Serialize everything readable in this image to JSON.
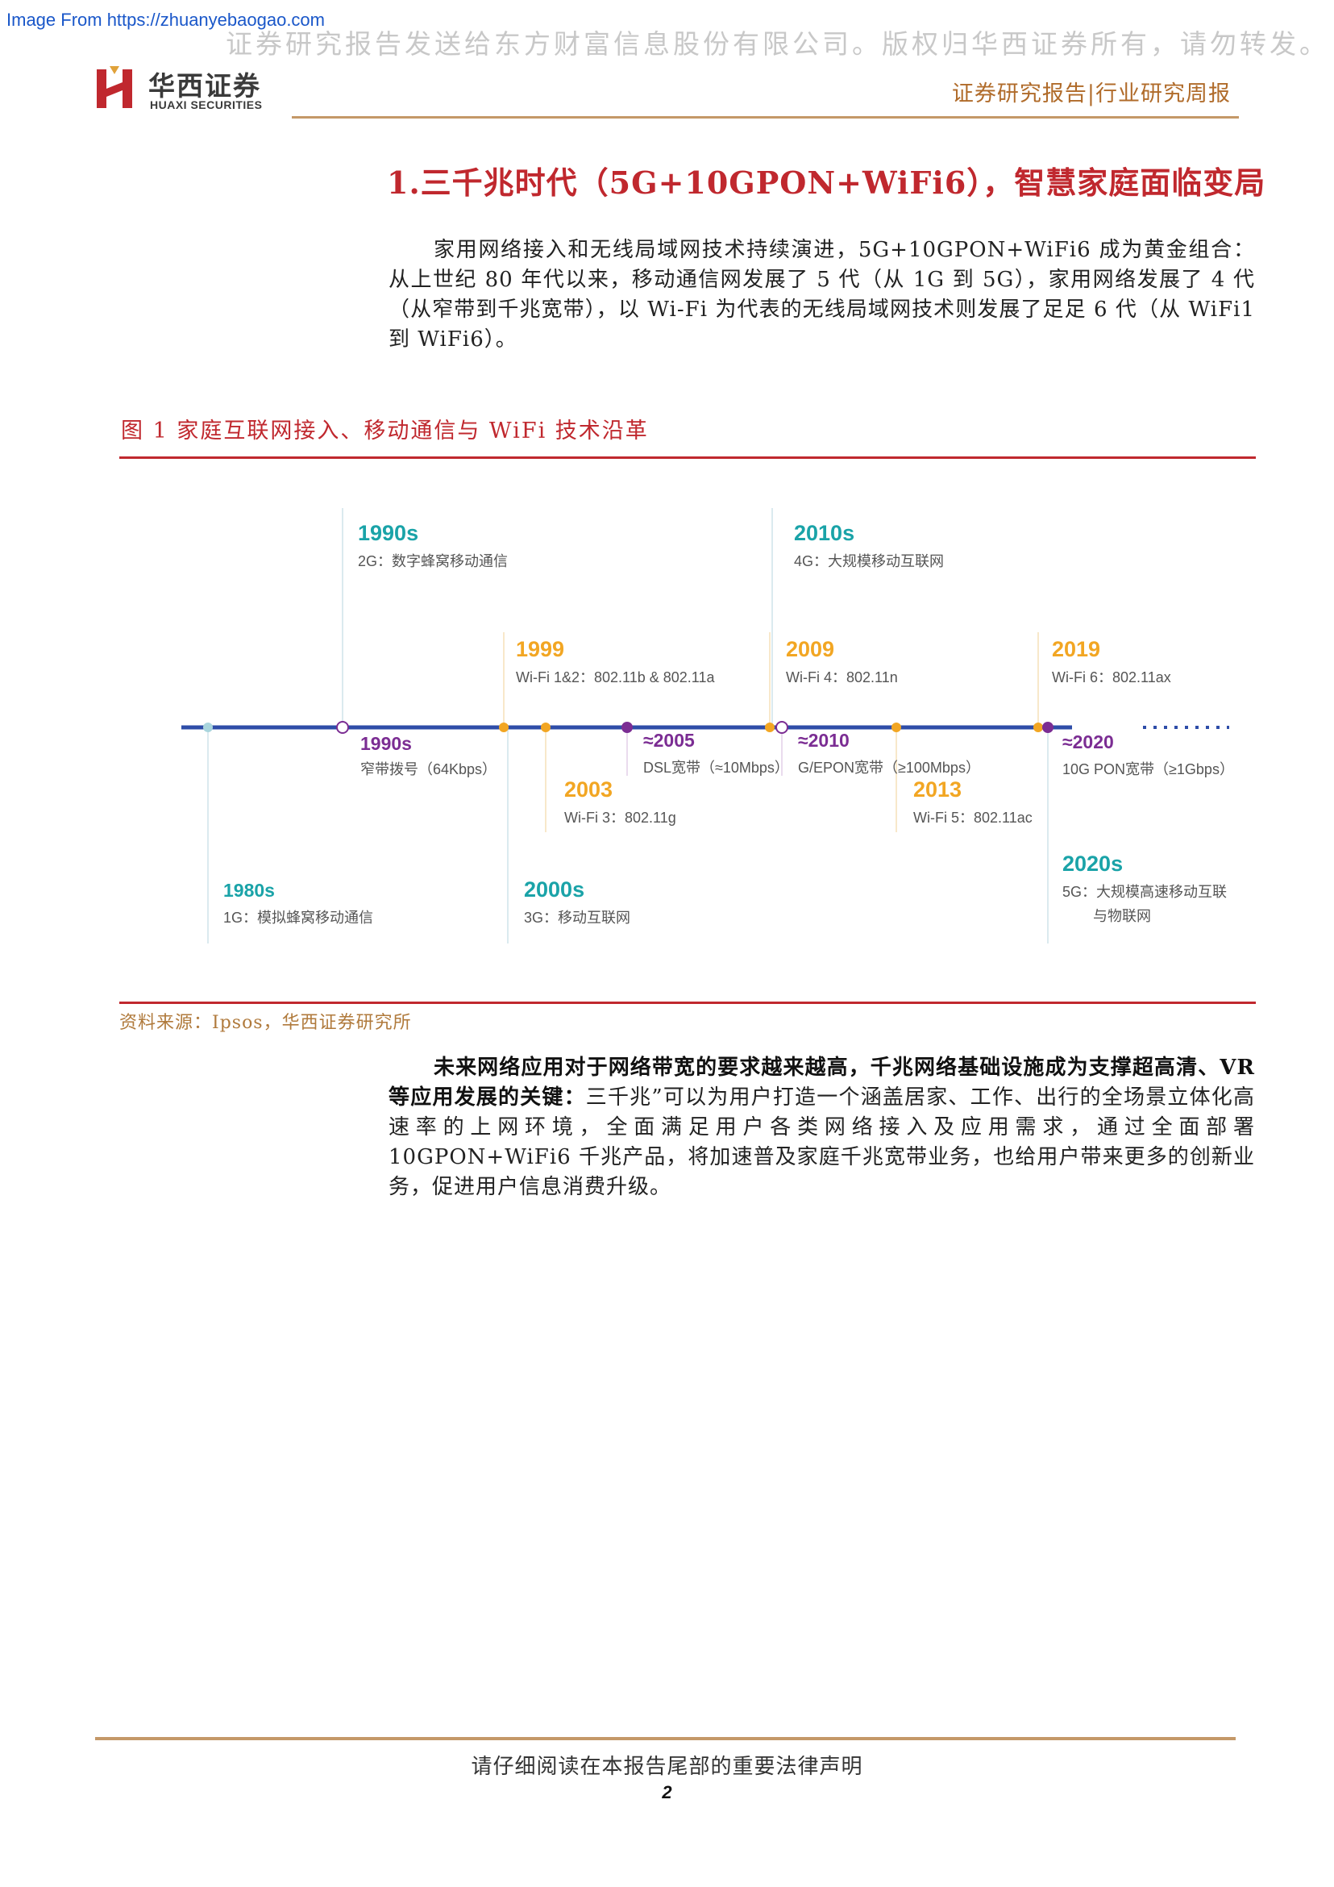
{
  "top_bar": {
    "source_tag": "Image From https://zhuanyebaogao.com",
    "watermark": "证券研究报告发送给东方财富信息股份有限公司。版权归华西证券所有，请勿转发。 p3"
  },
  "header": {
    "logo_cn": "华西证券",
    "logo_en": "HUAXI SECURITIES",
    "right_label": "证券研究报告|行业研究周报"
  },
  "section": {
    "heading": "1.三千兆时代（5G+10GPON+WiFi6），智慧家庭面临变局",
    "para1": "家用网络接入和无线局域网技术持续演进，5G+10GPON+WiFi6 成为黄金组合：从上世纪 80 年代以来，移动通信网发展了 5 代（从 1G 到 5G），家用网络发展了 4 代（从窄带到千兆宽带），以 Wi-Fi 为代表的无线局域网技术则发展了足足 6 代（从 WiFi1 到 WiFi6）。"
  },
  "figure": {
    "title": "图 1   家庭互联网接入、移动通信与 WiFi 技术沿革",
    "source": "资料来源：Ipsos，华西证券研究所",
    "colors": {
      "mobile": "#1aa3a8",
      "wifi": "#f2a623",
      "broadband": "#7b2d93",
      "axis": "#2e4da8"
    },
    "timeline": {
      "mobile": [
        {
          "year": "1980s",
          "desc": "1G：模拟蜂窝移动通信"
        },
        {
          "year": "1990s",
          "desc": "2G：数字蜂窝移动通信"
        },
        {
          "year": "2000s",
          "desc": "3G：移动互联网"
        },
        {
          "year": "2010s",
          "desc": "4G：大规模移动互联网"
        },
        {
          "year": "2020s",
          "desc": "5G：大规模高速移动互联",
          "desc2": "与物联网"
        }
      ],
      "wifi": [
        {
          "year": "1999",
          "desc": "Wi-Fi 1&2：802.11b & 802.11a"
        },
        {
          "year": "2003",
          "desc": "Wi-Fi 3：802.11g"
        },
        {
          "year": "2009",
          "desc": "Wi-Fi 4：802.11n"
        },
        {
          "year": "2013",
          "desc": "Wi-Fi 5：802.11ac"
        },
        {
          "year": "2019",
          "desc": "Wi-Fi 6：802.11ax"
        }
      ],
      "broadband": [
        {
          "year": "1990s",
          "desc": "窄带拨号（64Kbps）"
        },
        {
          "year": "≈2005",
          "desc": "DSL宽带（≈10Mbps）"
        },
        {
          "year": "≈2010",
          "desc": "G/EPON宽带（≥100Mbps）"
        },
        {
          "year": "≈2020",
          "desc": "10G PON宽带（≥1Gbps）"
        }
      ]
    }
  },
  "para2": {
    "bold": "未来网络应用对于网络带宽的要求越来越高，千兆网络基础设施成为支撑超高清、VR 等应用发展的关键：",
    "rest": "三千兆”可以为用户打造一个涵盖居家、工作、出行的全场景立体化高速率的上网环境，全面满足用户各类网络接入及应用需求，通过全面部署 10GPON+WiFi6 千兆产品，将加速普及家庭千兆宽带业务，也给用户带来更多的创新业务，促进用户信息消费升级。"
  },
  "footer": {
    "notice": "请仔细阅读在本报告尾部的重要法律声明",
    "page": "2"
  }
}
